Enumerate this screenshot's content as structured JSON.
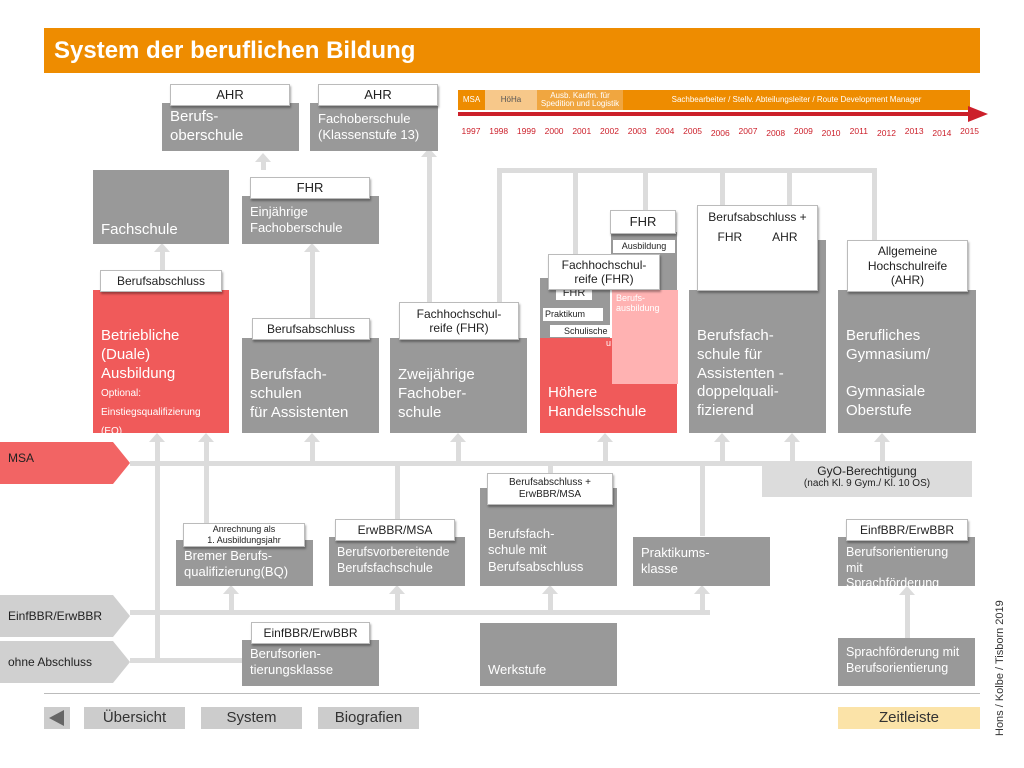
{
  "title": "System der beruflichen Bildung",
  "credit": "Hons / Kolbe / Tisborn 2019",
  "timeline": {
    "segments": [
      "MSA",
      "HöHa",
      "Ausb. Kaufm. für Spedition und Logistik",
      "Sachbearbeiter / Stellv. Abteilungsleiter / Route Development Manager"
    ],
    "years": [
      "1997",
      "1998",
      "1999",
      "2000",
      "2001",
      "2002",
      "2003",
      "2004",
      "2005",
      "2006",
      "2007",
      "2008",
      "2009",
      "2010",
      "2011",
      "2012",
      "2013",
      "2014",
      "2015"
    ]
  },
  "top": {
    "berufsoberschule": {
      "label": "AHR",
      "text": "Berufs-\noberschule"
    },
    "fachoberschule13": {
      "label": "AHR",
      "text": "Fachoberschule\n(Klassenstufe 13)"
    }
  },
  "fachschule": {
    "text": "Fachschule"
  },
  "einjaehrige": {
    "label": "FHR",
    "text": "Einjährige\nFachoberschule"
  },
  "hoehere_overlay": {
    "fhr_label": "FHR",
    "ausbildung": "Ausbildung",
    "fhr_reife": "Fachhochschul-\nreife (FHR)",
    "fhr_partial": "FHR",
    "praktikum": "Praktikum",
    "schulisch": "Schulische",
    "schulisch_u": "u",
    "berufsausbildung": "Berufs-\nausbildung"
  },
  "row_upper": {
    "betriebliche": {
      "label": "Berufsabschluss",
      "text": "Betriebliche\n(Duale)\nAusbildung",
      "optional": "Optional:\nEinstiegsqualifizierung\n(EQ)"
    },
    "assistenten": {
      "label": "Berufsabschluss",
      "text": "Berufsfach-\nschulen\nfür Assistenten"
    },
    "zweijaehrige": {
      "label": "Fachhochschul-\nreife (FHR)",
      "text": "Zweijährige\nFachober-\nschule"
    },
    "hoehere": {
      "text": "Höhere\nHandelsschule"
    },
    "doppel": {
      "label": "Berufsabschluss +",
      "label_fhr": "FHR",
      "label_ahr": "AHR",
      "text": "Berufsfach-\nschule für\nAssistenten -\ndoppelquali-\nfizierend"
    },
    "gymnasium": {
      "label": "Allgemeine\nHochschulreife\n(AHR)",
      "text": "Berufliches\nGymnasium/\n\nGymnasiale\nOberstufe"
    }
  },
  "msa_arrow": "MSA",
  "gyo": {
    "line1": "GyO-Berechtigung",
    "line2": "(nach Kl. 9 Gym./  Kl. 10 OS)"
  },
  "row_middle": {
    "bq": {
      "label": "Anrechnung als\n1. Ausbildungsjahr",
      "text": "Bremer Berufs-\nqualifizierung(BQ)"
    },
    "vorbereitend": {
      "label": "ErwBBR/MSA",
      "text": "Berufsvorbereitende\nBerufsfachschule"
    },
    "berufsabschluss": {
      "label": "Berufsabschluss +\nErwBBR/MSA",
      "text": "Berufsfach-\nschule mit\nBerufsabschluss"
    },
    "praktikumsklasse": {
      "text": "Praktikums-\nklasse"
    },
    "orientierung": {
      "label": "EinfBBR/ErwBBR",
      "text": "Berufsorientierung mit\nSprachförderung"
    }
  },
  "einf_arrow": "EinfBBR/ErwBBR",
  "ohne_arrow": "ohne Abschluss",
  "row_lower": {
    "orientierungsklasse": {
      "label": "EinfBBR/ErwBBR",
      "text": "Berufsorien-\ntierungsklasse"
    },
    "werkstufe": {
      "text": "Werkstufe"
    },
    "sprachfoerderung": {
      "text": "Sprachförderung mit\nBerufsorientierung"
    }
  },
  "nav": {
    "uebersicht": "Übersicht",
    "system": "System",
    "biografien": "Biografien",
    "zeitleiste": "Zeitleiste"
  },
  "colors": {
    "orange": "#ee8c00",
    "red": "#f05a5a",
    "grey": "#999999",
    "timeline_red": "#cc1f2a",
    "zeitleiste": "#fbe3a8"
  }
}
